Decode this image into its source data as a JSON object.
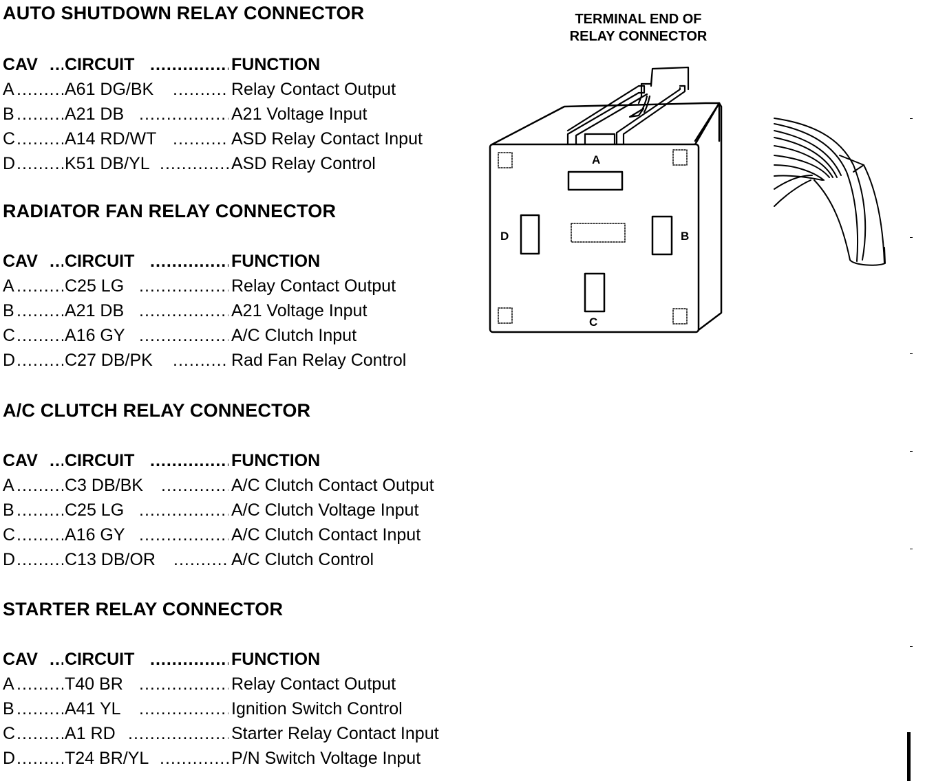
{
  "sections": [
    {
      "title": "AUTO SHUTDOWN RELAY CONNECTOR",
      "header": {
        "cav": "CAV",
        "circuit": "CIRCUIT",
        "function": "FUNCTION"
      },
      "rows": [
        {
          "cav": "A",
          "circuit": "A61 DG/BK",
          "function": "Relay Contact Output"
        },
        {
          "cav": "B",
          "circuit": "A21 DB",
          "function": "A21 Voltage Input"
        },
        {
          "cav": "C",
          "circuit": "A14 RD/WT",
          "function": "ASD Relay Contact Input"
        },
        {
          "cav": "D",
          "circuit": "K51 DB/YL",
          "function": "ASD Relay Control"
        }
      ]
    },
    {
      "title": "RADIATOR FAN RELAY CONNECTOR",
      "header": {
        "cav": "CAV",
        "circuit": "CIRCUIT",
        "function": "FUNCTION"
      },
      "rows": [
        {
          "cav": "A",
          "circuit": "C25 LG",
          "function": "Relay Contact Output"
        },
        {
          "cav": "B",
          "circuit": "A21 DB",
          "function": "A21 Voltage Input"
        },
        {
          "cav": "C",
          "circuit": "A16 GY",
          "function": "A/C Clutch Input"
        },
        {
          "cav": "D",
          "circuit": "C27 DB/PK",
          "function": "Rad Fan Relay Control"
        }
      ]
    },
    {
      "title": "A/C CLUTCH RELAY CONNECTOR",
      "header": {
        "cav": "CAV",
        "circuit": "CIRCUIT",
        "function": "FUNCTION"
      },
      "rows": [
        {
          "cav": "A",
          "circuit": "C3 DB/BK",
          "function": "A/C Clutch Contact Output"
        },
        {
          "cav": "B",
          "circuit": "C25 LG",
          "function": "A/C Clutch Voltage Input"
        },
        {
          "cav": "C",
          "circuit": "A16 GY",
          "function": "A/C Clutch Contact Input"
        },
        {
          "cav": "D",
          "circuit": "C13 DB/OR",
          "function": "A/C Clutch Control"
        }
      ]
    },
    {
      "title": "STARTER RELAY CONNECTOR",
      "header": {
        "cav": "CAV",
        "circuit": "CIRCUIT",
        "function": "FUNCTION"
      },
      "rows": [
        {
          "cav": "A",
          "circuit": "T40 BR",
          "function": "Relay Contact Output"
        },
        {
          "cav": "B",
          "circuit": "A41 YL",
          "function": "Ignition Switch Control"
        },
        {
          "cav": "C",
          "circuit": "A1 RD",
          "function": "Starter Relay Contact Input"
        },
        {
          "cav": "D",
          "circuit": "T24 BR/YL",
          "function": "P/N Switch Voltage Input"
        }
      ]
    }
  ],
  "diagram": {
    "title_line1": "TERMINAL END OF",
    "title_line2": "RELAY CONNECTOR",
    "cavity_labels": {
      "a": "A",
      "b": "B",
      "c": "C",
      "d": "D"
    }
  },
  "leader": "................................................"
}
